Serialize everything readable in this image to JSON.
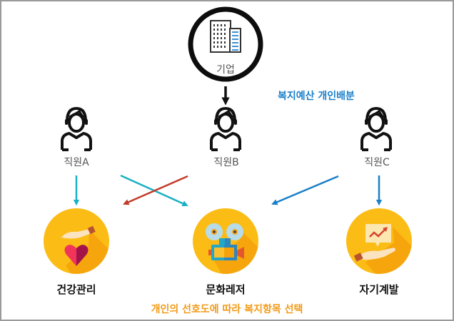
{
  "diagram": {
    "company": {
      "label": "기업",
      "icon": "building-icon"
    },
    "budget_note": "복지예산 개인배분",
    "employees": [
      {
        "id": "A",
        "label": "직원A",
        "icon": "person-icon"
      },
      {
        "id": "B",
        "label": "직원B",
        "icon": "person-icon"
      },
      {
        "id": "C",
        "label": "직원C",
        "icon": "person-icon"
      }
    ],
    "categories": [
      {
        "id": "health",
        "label": "건강관리",
        "icon": "heart-hand-icon"
      },
      {
        "id": "culture",
        "label": "문화레저",
        "icon": "movie-camera-icon"
      },
      {
        "id": "self",
        "label": "자기계발",
        "icon": "growth-chart-hand-icon"
      }
    ],
    "flows": [
      {
        "from": "company",
        "to": "B",
        "color": "#111111"
      },
      {
        "from": "A",
        "to": "health",
        "color": "#1ab0c4"
      },
      {
        "from": "A",
        "to": "culture",
        "color": "#1ab0c4"
      },
      {
        "from": "B",
        "to": "health",
        "color": "#c23b2a"
      },
      {
        "from": "C",
        "to": "culture",
        "color": "#1a7fc9"
      },
      {
        "from": "C",
        "to": "self",
        "color": "#1a7fc9"
      }
    ],
    "bottom_note": "개인의 선호도에 따라 복지항목 선택",
    "colors": {
      "category_circle": "#fbbc15",
      "category_shadow": "#f4a20a",
      "budget_text": "#1a7fc9",
      "bottom_text": "#f29a16"
    }
  }
}
